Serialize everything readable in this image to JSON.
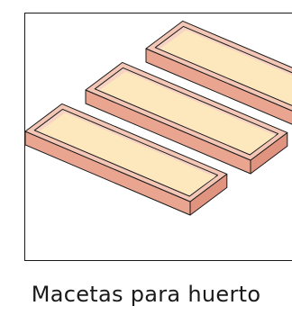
{
  "caption": "Macetas para huerto",
  "illustration": {
    "subject": "three rectangular planter boxes",
    "planter_count": 3,
    "colors": {
      "outer_wall": "#f0b7a4",
      "side_face": "#eaa591",
      "end_face": "#e0937e",
      "rim": "#f3c6b6",
      "inner_wall": "#f7d3c4",
      "soil": "#fde7bd",
      "outline": "#1a1a1a"
    }
  }
}
